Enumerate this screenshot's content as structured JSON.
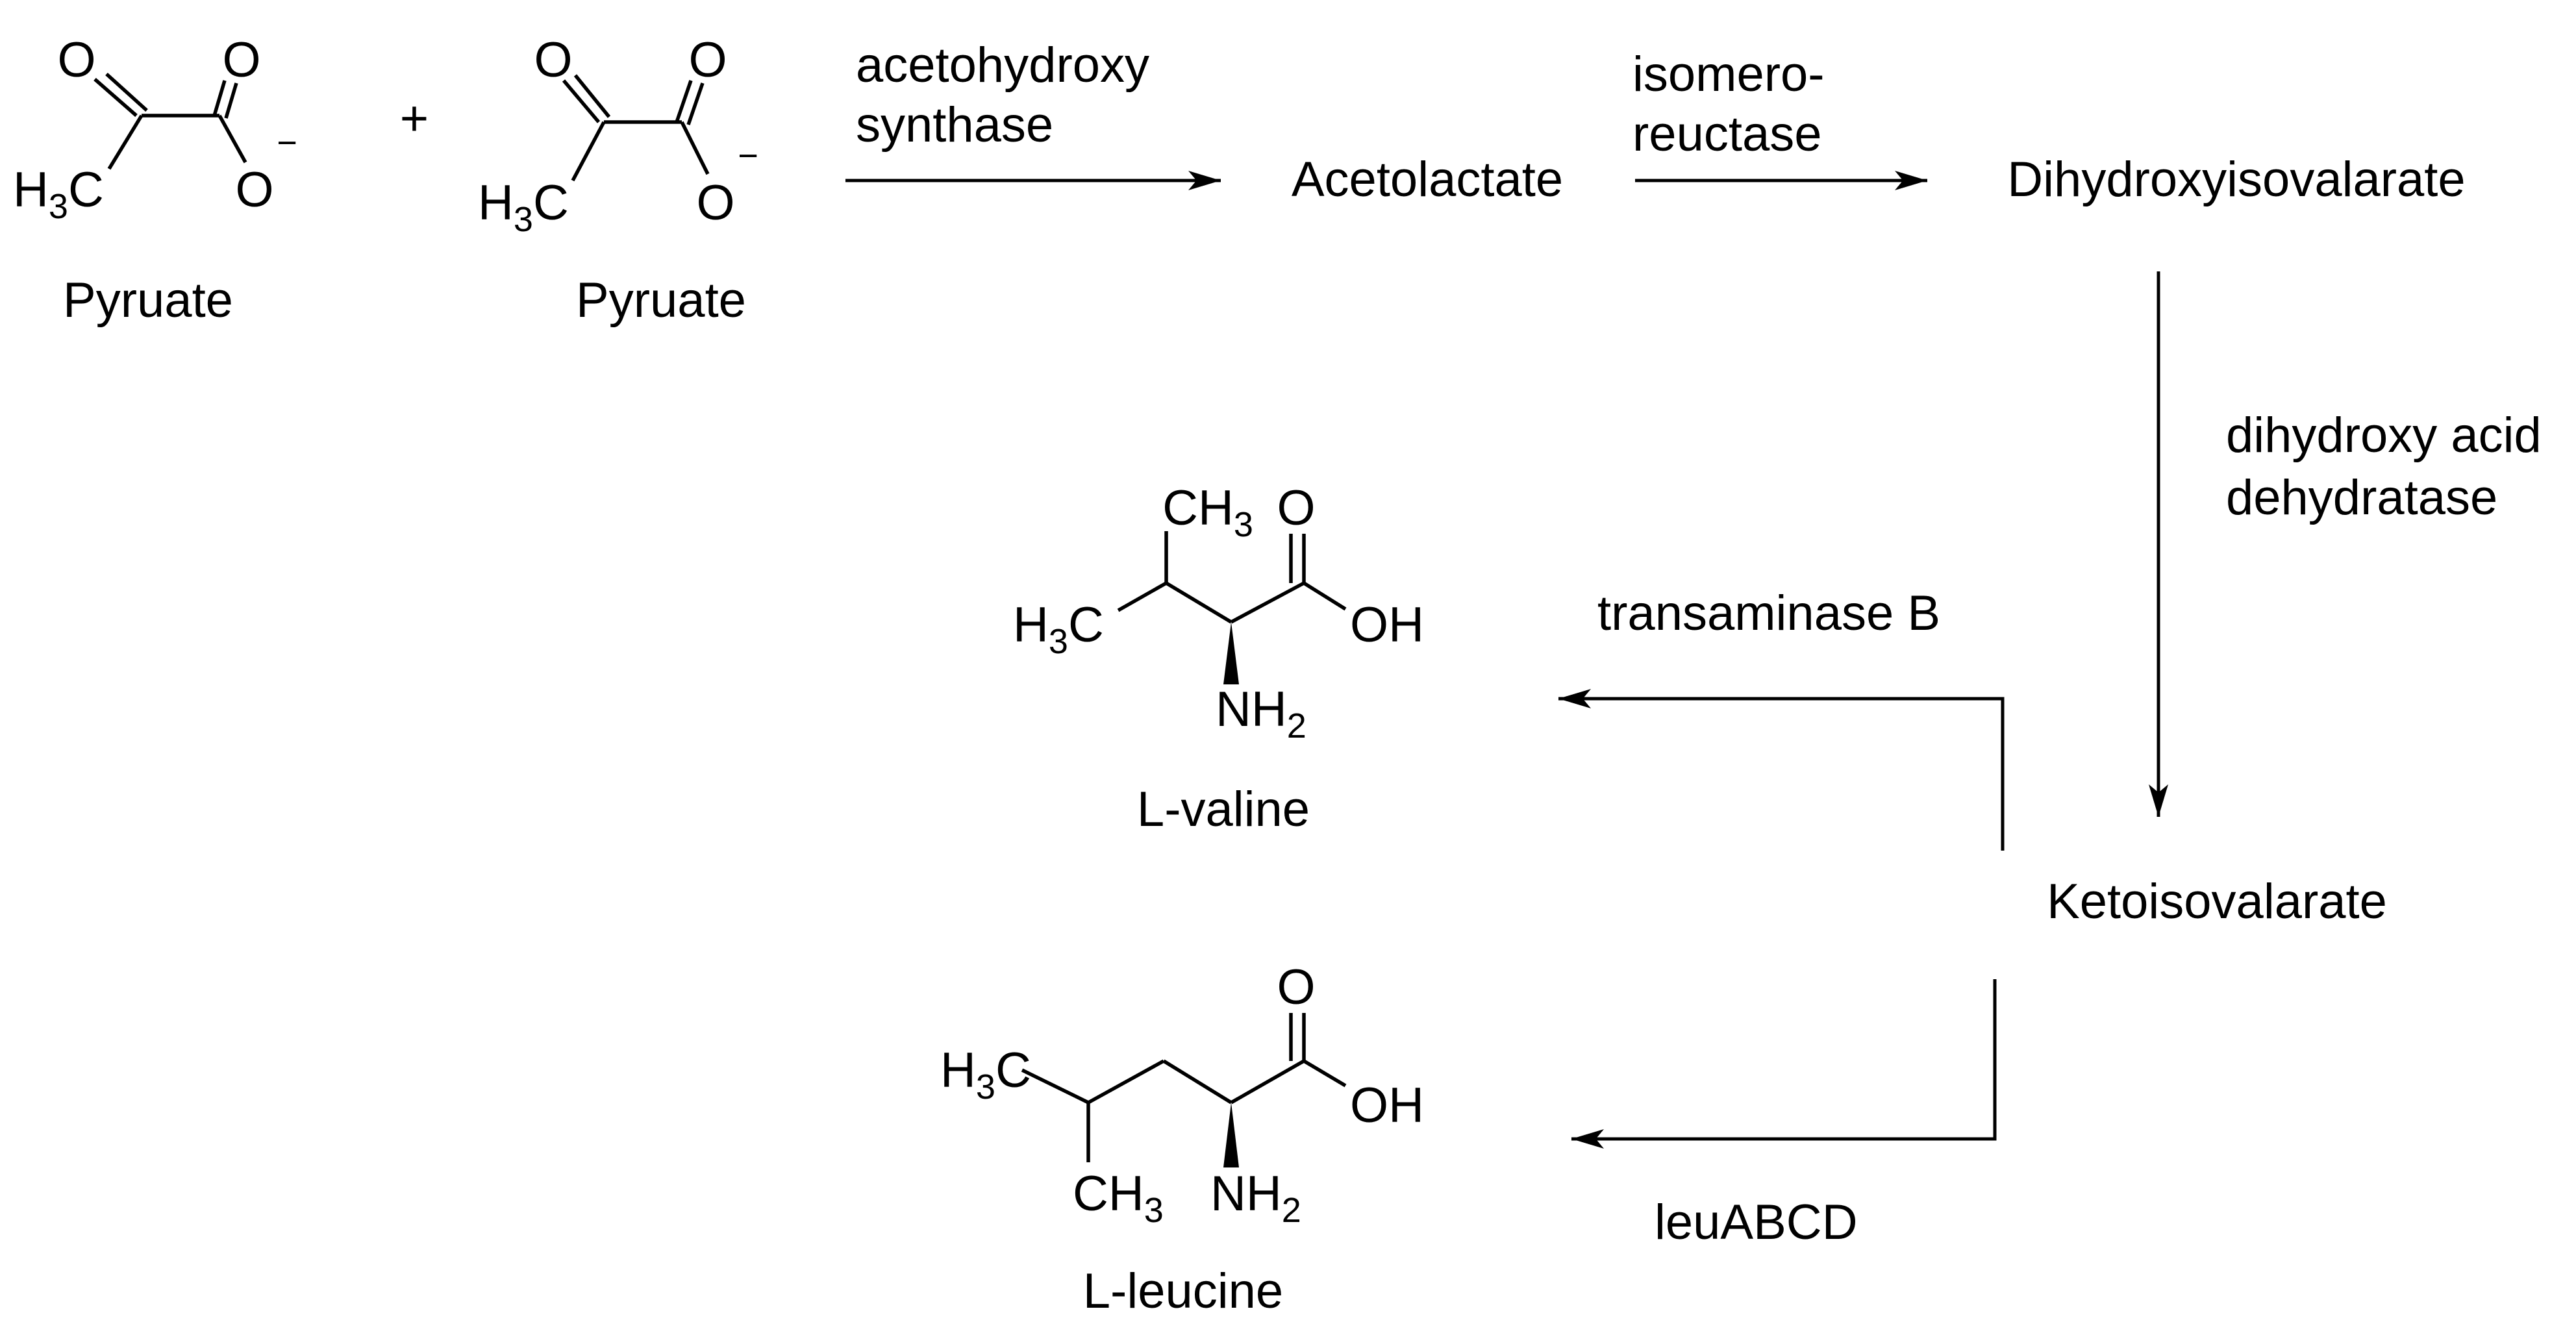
{
  "reactant1": {
    "name": "Pyruate",
    "formula_left": "H",
    "formula_sub": "3",
    "formula_right": "C",
    "oxygen": "O",
    "charge": "−"
  },
  "reactant2": {
    "name": "Pyruate",
    "formula_left": "H",
    "formula_sub": "3",
    "formula_right": "C",
    "oxygen": "O",
    "charge": "−"
  },
  "plus": "+",
  "steps": [
    {
      "enzyme_line1": "acetohydroxy",
      "enzyme_line2": "synthase",
      "product": "Acetolactate"
    },
    {
      "enzyme_line1": "isomero-",
      "enzyme_line2": "reuctase",
      "product": "Dihydroxyisovalarate"
    },
    {
      "enzyme_line1": "dihydroxy acid",
      "enzyme_line2": "dehydratase",
      "product": "Ketoisovalarate"
    },
    {
      "enzyme": "transaminase B",
      "product": "L-valine"
    },
    {
      "enzyme": "leuABCD",
      "product": "L-leucine"
    }
  ],
  "valine": {
    "ch3": "CH",
    "ch3_sub": "3",
    "h3c_h": "H",
    "h3c_sub": "3",
    "h3c_c": "C",
    "oxygen": "O",
    "oh": "OH",
    "nh2": "NH",
    "nh2_sub": "2"
  },
  "leucine": {
    "h3c_h": "H",
    "h3c_sub": "3",
    "h3c_c": "C",
    "ch3": "CH",
    "ch3_sub": "3",
    "oxygen": "O",
    "oh": "OH",
    "nh2": "NH",
    "nh2_sub": "2"
  }
}
